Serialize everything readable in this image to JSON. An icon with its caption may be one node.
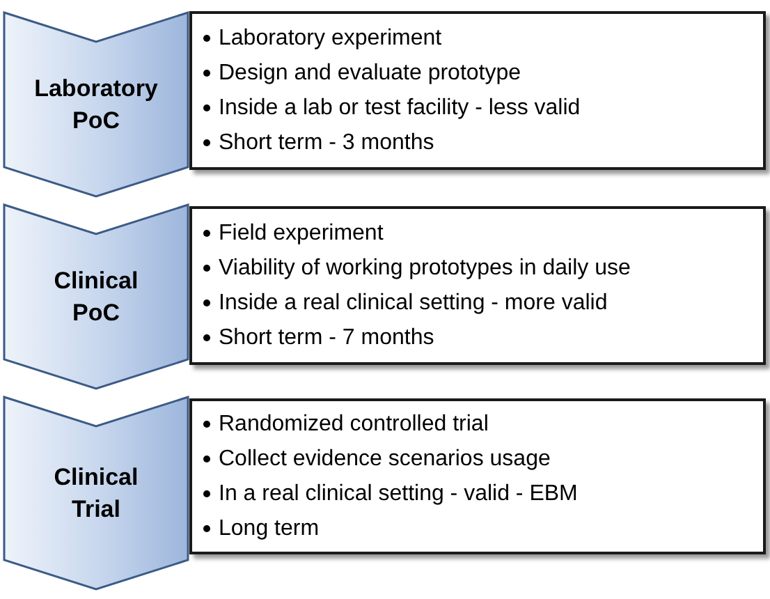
{
  "diagram": {
    "nodes": [
      {
        "text": [
          "Laboratory PoC"
        ]
      },
      {
        "text": [
          "Laboratory experiment",
          "Design and evaluate prototype",
          "Inside a lab or test facility - less valid",
          "Short term - 3 months"
        ]
      },
      {
        "text": [
          "Clinical PoC"
        ]
      },
      {
        "text": [
          "Field experiment",
          "Viability of working prototypes in daily use",
          "Inside a real clinical setting - more valid",
          "Short term - 7 months"
        ]
      },
      {
        "text": [
          "Clinical Trial"
        ]
      },
      {
        "text": [
          "Randomized controlled trial",
          "Collect evidence scenarios usage",
          "In a real clinical setting - valid - EBM",
          "Long term"
        ]
      }
    ],
    "edges": []
  }
}
